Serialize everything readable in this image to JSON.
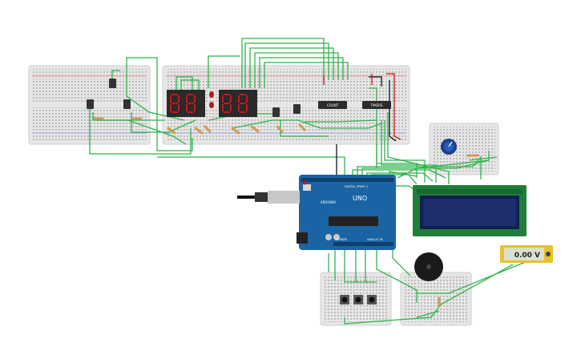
{
  "circuit": {
    "multimeter": {
      "reading": "0.00 V"
    },
    "chips": [
      {
        "label": "COUNT"
      },
      {
        "label": "TIMERS"
      }
    ],
    "arduino": {
      "brand": "ARDUINO",
      "model": "UNO",
      "power_label": "POWER",
      "analog_label": "ANALOG IN",
      "digital_label": "DIGITAL (PWM~)"
    },
    "colors": {
      "wire": "#2fb34a",
      "board": "#1a64a4",
      "breadboard": "#e6e6e6",
      "seg_body": "#2a2a2a",
      "seg_on": "#c8161d",
      "lcd_pcb": "#1f7f3a",
      "lcd_screen": "#1e2d6b",
      "multimeter": "#e9c12b"
    }
  }
}
